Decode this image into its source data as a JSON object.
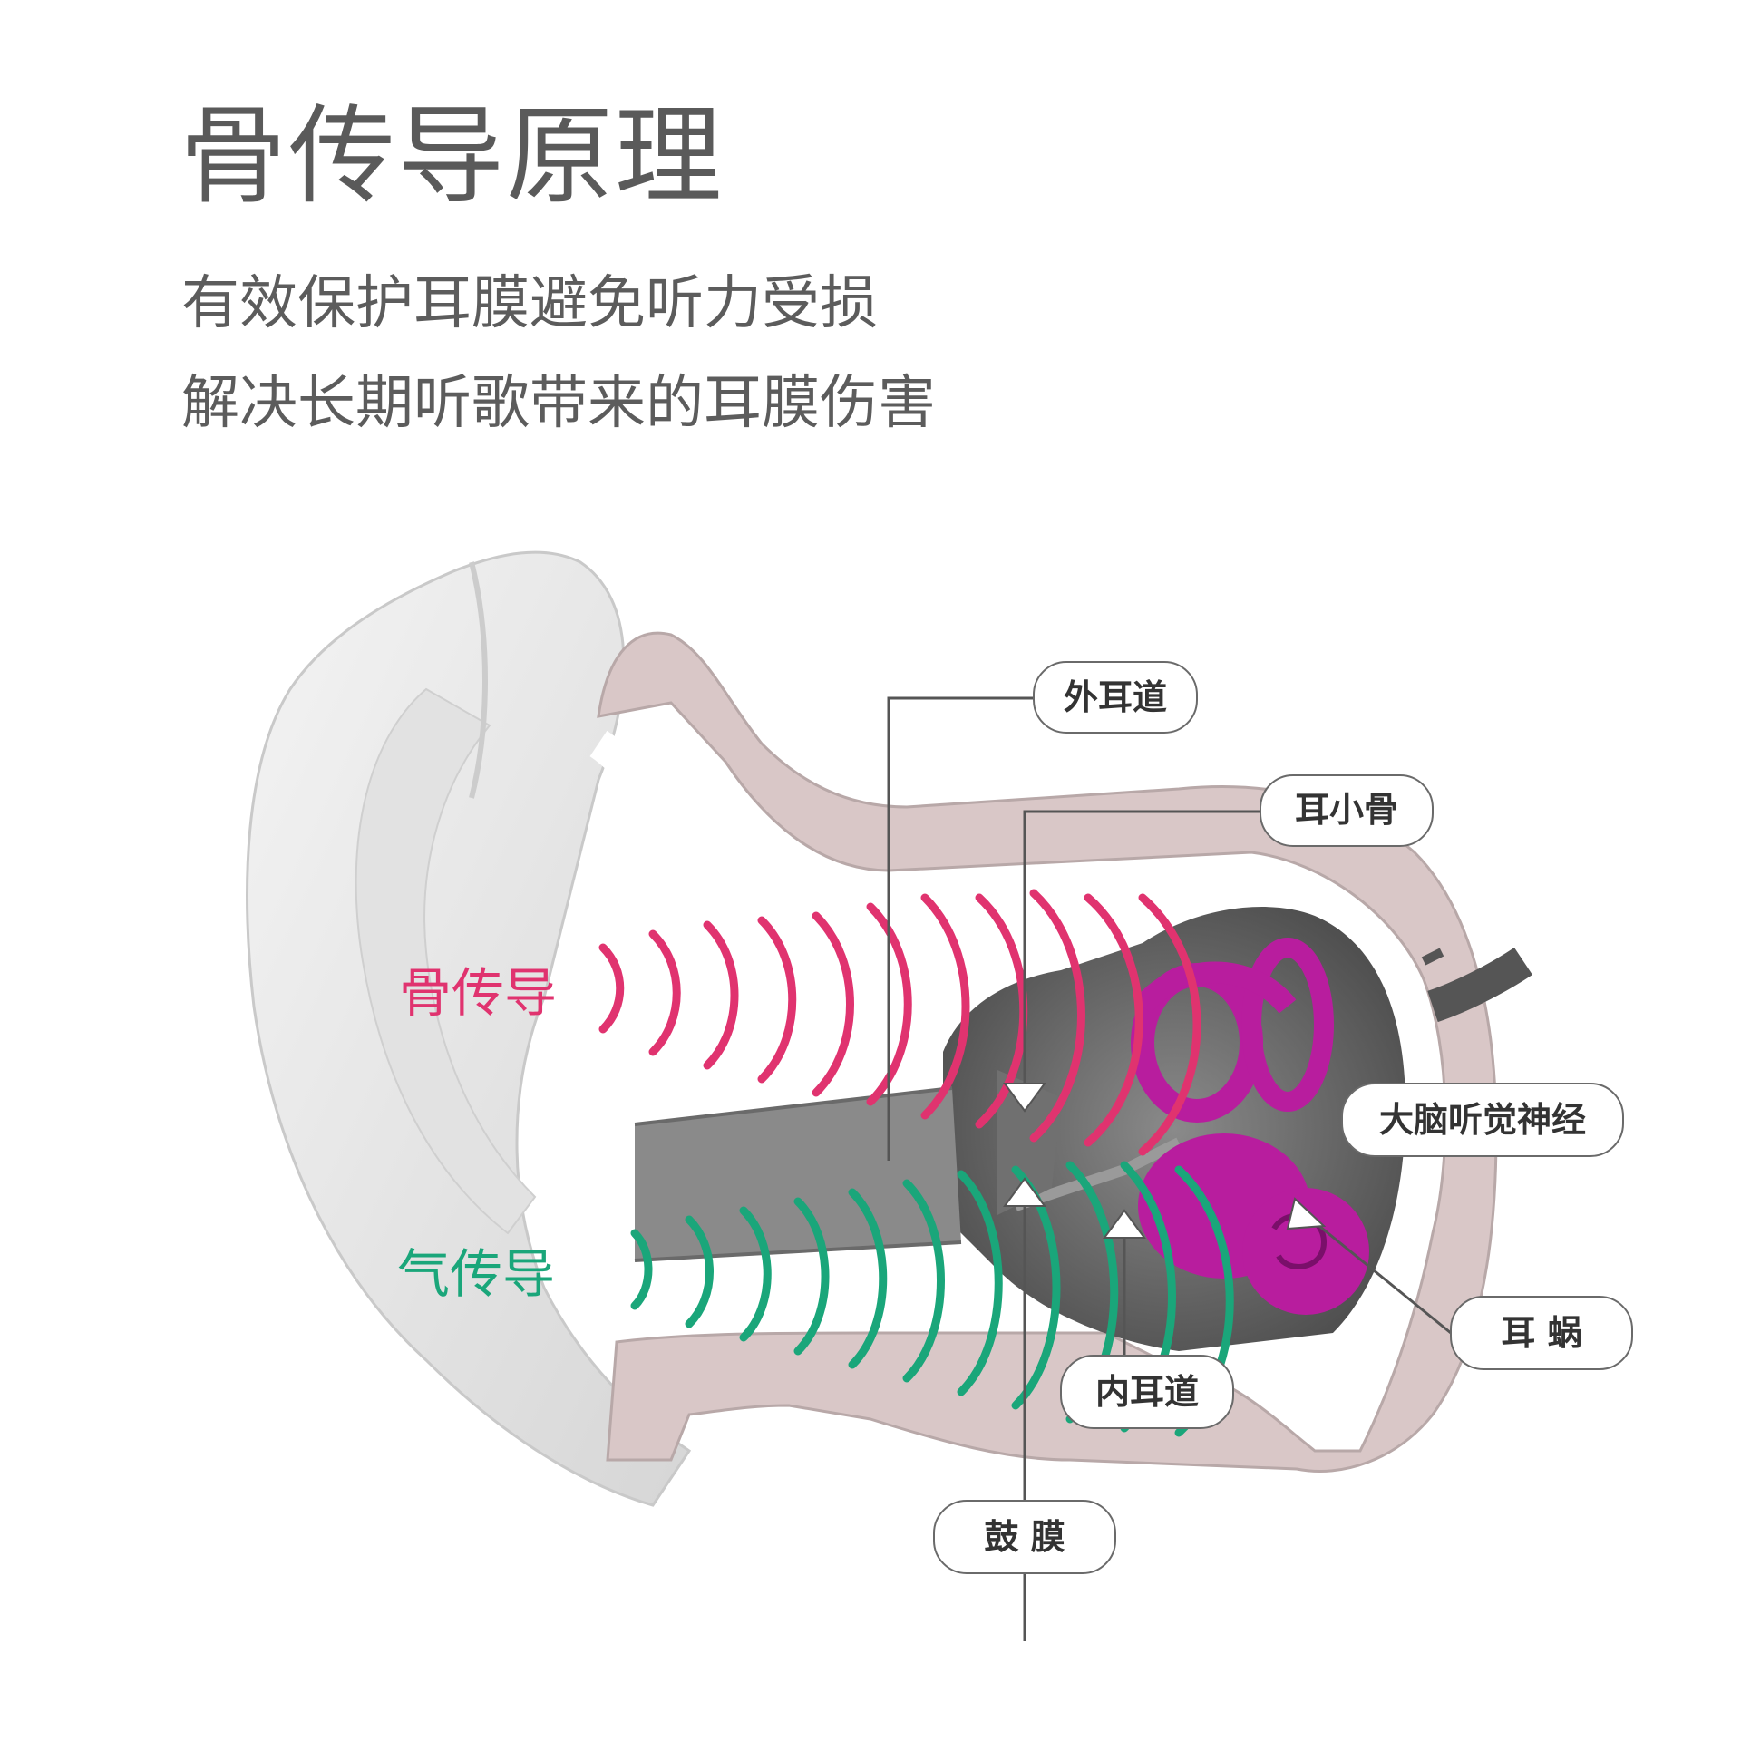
{
  "header": {
    "title": "骨传导原理",
    "subtitle_1": "有效保护耳膜避免听力受损",
    "subtitle_2": "解决长期听歌带来的耳膜伤害"
  },
  "labels": {
    "bone_conduction": "骨传导",
    "air_conduction": "气传导",
    "outer_canal": "外耳道",
    "ossicles": "耳小骨",
    "auditory_nerve": "大脑听觉神经",
    "cochlea": "耳 蜗",
    "inner_canal": "内耳道",
    "eardrum": "鼓 膜"
  },
  "colors": {
    "bone_wave": "#e0336f",
    "air_wave": "#1aa67a",
    "cochlea": "#b81d9e",
    "bone_tissue": "#d9c7c7",
    "text": "#5a5a5a"
  }
}
